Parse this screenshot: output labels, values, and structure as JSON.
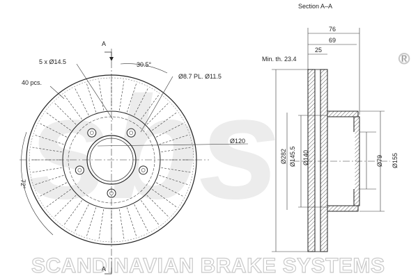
{
  "watermark": {
    "brand": "sbs",
    "registered": "®",
    "company": "SCANDINAVIAN BRAKE SYSTEMS"
  },
  "front_view": {
    "section_marker_top": "A",
    "section_marker_bottom": "A",
    "bolt_holes": "5 x Ø14.5",
    "vanes": "40 pcs.",
    "angle": "30.5°",
    "holes": "Ø8.7 PL. Ø11.5",
    "center_bore": "Ø120",
    "angle_72": "72°",
    "bolt_hole_count": 5,
    "vane_count": 40
  },
  "section_view": {
    "title": "Section A–A",
    "min_thickness": "Min. th. 23.4",
    "overall_width": "76",
    "hat_depth": "69",
    "disc_thickness": "25",
    "diameters": {
      "outer": "Ø282",
      "friction_inner": "Ø145.5",
      "hat": "Ø140",
      "bore": "Ø79",
      "hub": "Ø155"
    }
  }
}
